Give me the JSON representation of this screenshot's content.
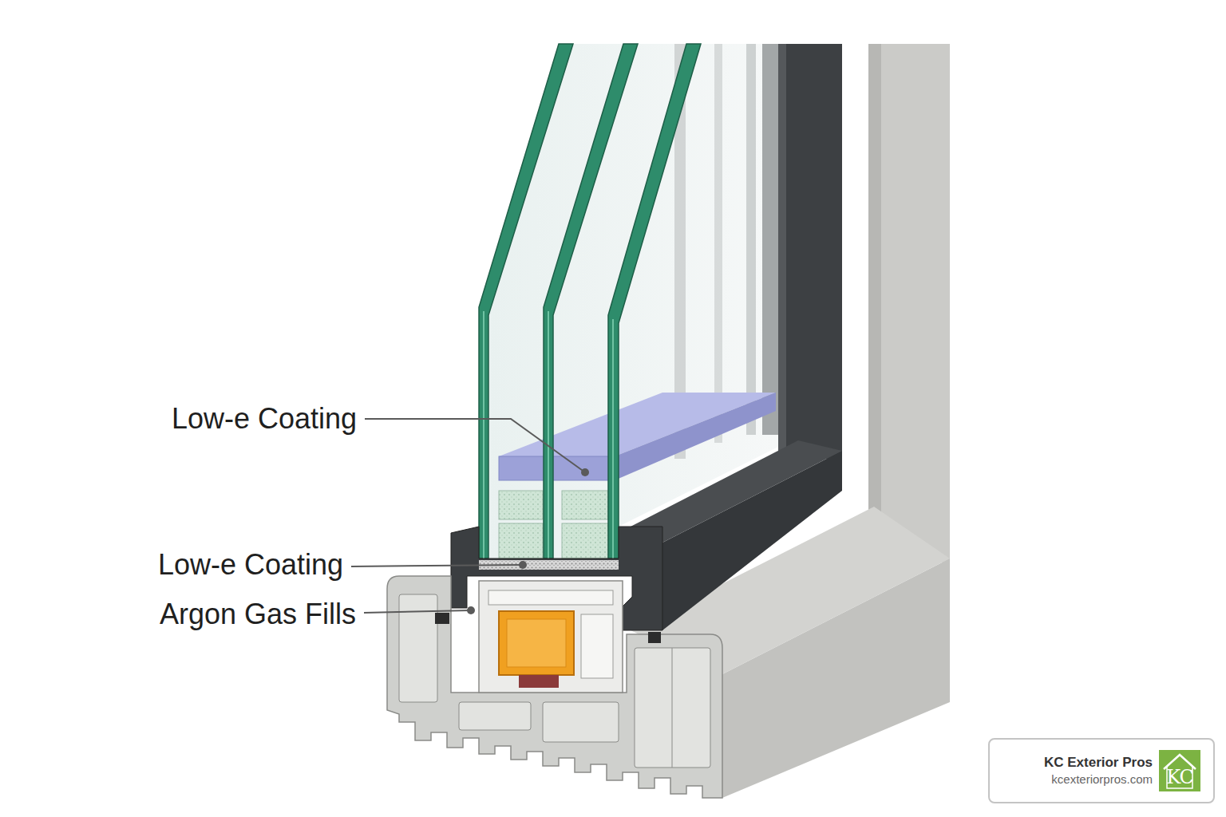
{
  "diagram": {
    "nodes": [
      {
        "text": [
          "KC Exterior Pros",
          "kcexteriorpros.com"
        ]
      },
      {
        "text": [
          "KC"
        ],
        "in": 0
      }
    ],
    "labels": [
      "Low-e Coating",
      "Low-e Coating",
      "Argon Gas Fills"
    ]
  }
}
